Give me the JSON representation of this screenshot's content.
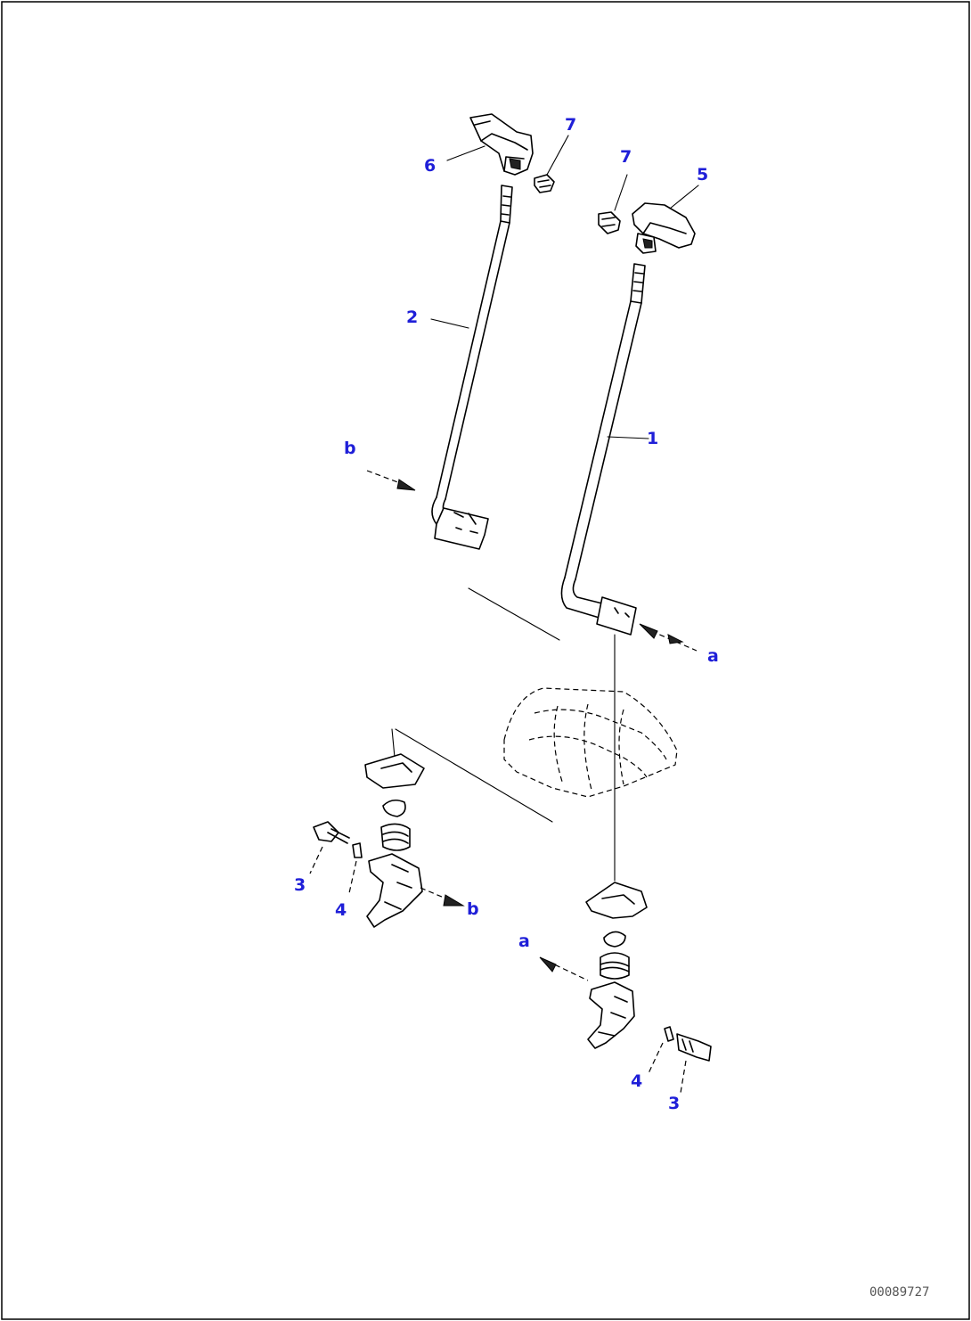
{
  "figure": {
    "figure_number": "00089727",
    "colors": {
      "callout": "#1f1fd8",
      "line": "#000000",
      "background": "#ffffff",
      "figure_number": "#555555"
    }
  },
  "callouts": [
    {
      "id": "c6",
      "label": "6"
    },
    {
      "id": "c7a",
      "label": "7"
    },
    {
      "id": "c7b",
      "label": "7"
    },
    {
      "id": "c5",
      "label": "5"
    },
    {
      "id": "c2",
      "label": "2"
    },
    {
      "id": "c1",
      "label": "1"
    },
    {
      "id": "cb1",
      "label": "b"
    },
    {
      "id": "ca1",
      "label": "a"
    },
    {
      "id": "c3a",
      "label": "3"
    },
    {
      "id": "c4a",
      "label": "4"
    },
    {
      "id": "cb2",
      "label": "b"
    },
    {
      "id": "ca2",
      "label": "a"
    },
    {
      "id": "c4b",
      "label": "4"
    },
    {
      "id": "c3b",
      "label": "3"
    }
  ]
}
